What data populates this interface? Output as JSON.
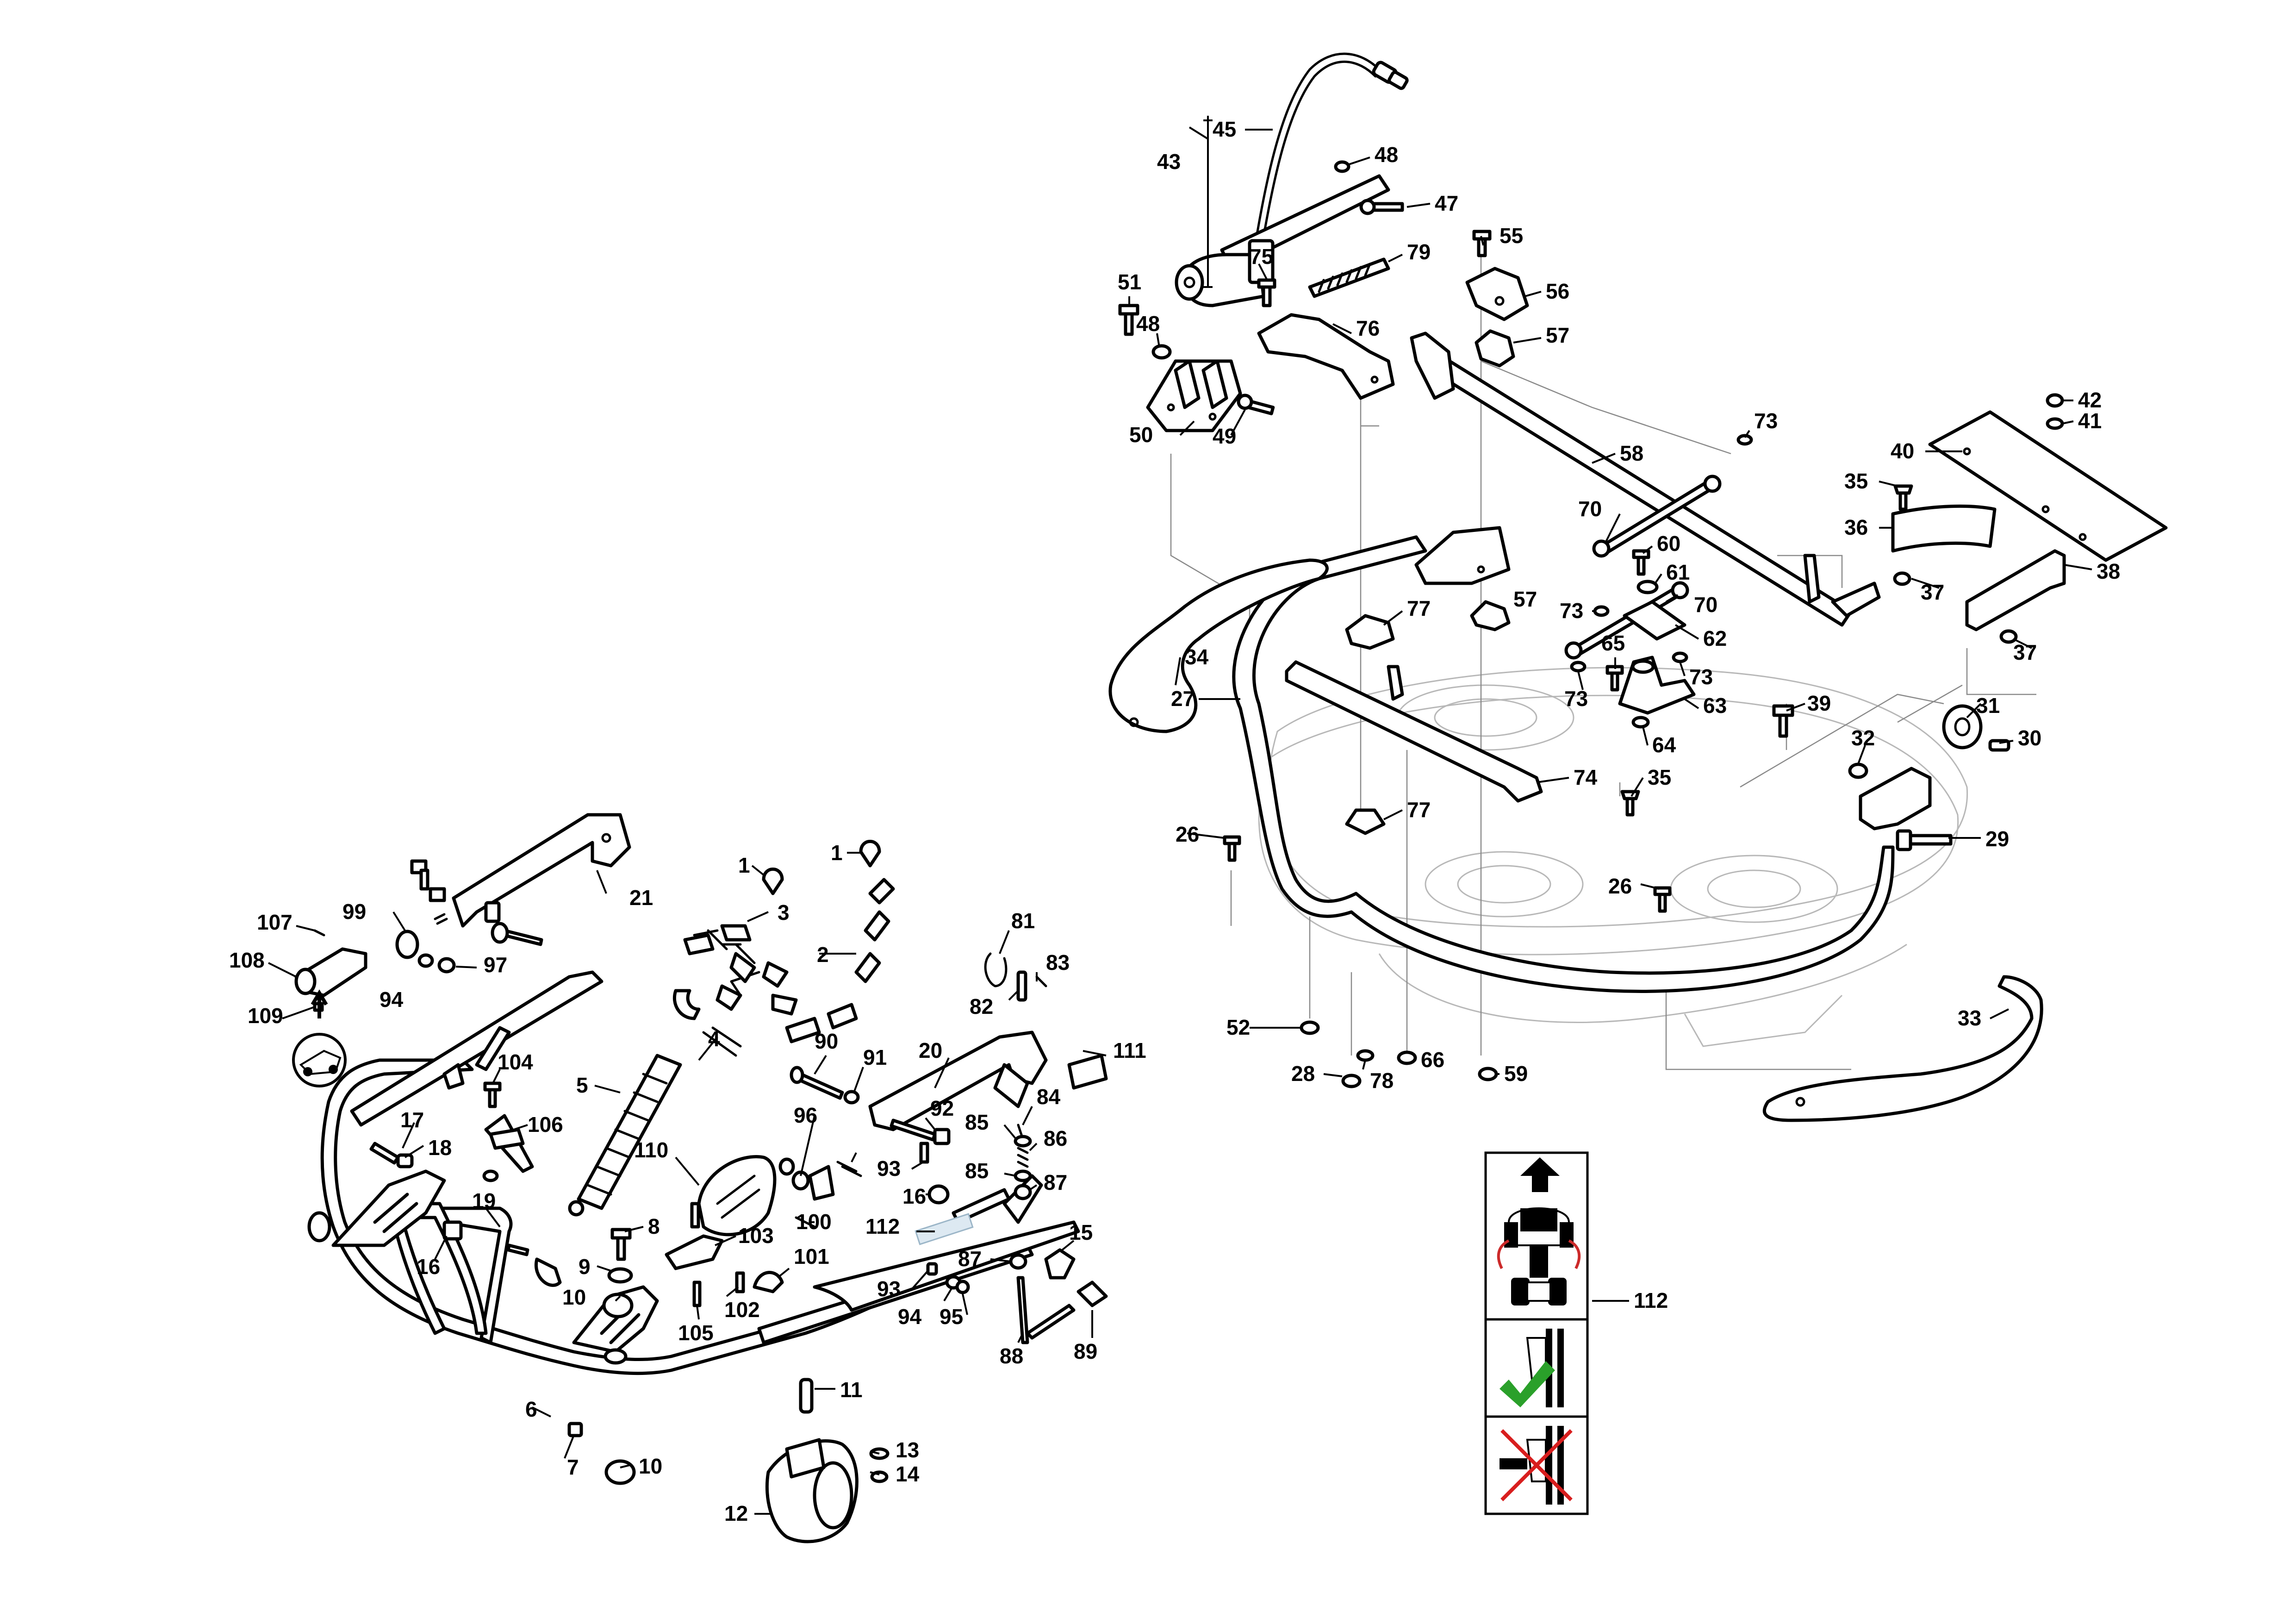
{
  "diagram": {
    "callouts": [
      "1",
      "1",
      "2",
      "3",
      "4",
      "5",
      "6",
      "7",
      "8",
      "9",
      "10",
      "10",
      "11",
      "12",
      "13",
      "14",
      "15",
      "16",
      "16",
      "17",
      "18",
      "19",
      "20",
      "21",
      "26",
      "26",
      "27",
      "28",
      "29",
      "30",
      "31",
      "32",
      "33",
      "34",
      "35",
      "35",
      "36",
      "37",
      "37",
      "38",
      "39",
      "40",
      "41",
      "42",
      "43",
      "45",
      "47",
      "48",
      "48",
      "49",
      "50",
      "51",
      "52",
      "55",
      "56",
      "57",
      "57",
      "58",
      "59",
      "60",
      "61",
      "62",
      "63",
      "64",
      "65",
      "66",
      "70",
      "70",
      "73",
      "73",
      "73",
      "73",
      "74",
      "75",
      "76",
      "77",
      "77",
      "78",
      "79",
      "81",
      "82",
      "83",
      "84",
      "85",
      "85",
      "86",
      "87",
      "87",
      "88",
      "89",
      "90",
      "91",
      "92",
      "93",
      "93",
      "94",
      "94",
      "95",
      "96",
      "97",
      "99",
      "100",
      "101",
      "102",
      "103",
      "104",
      "105",
      "106",
      "107",
      "108",
      "109",
      "110",
      "111",
      "112",
      "112"
    ]
  },
  "colors": {
    "line": "#000000",
    "ghost": "#b8b8b8",
    "check": "#2aa02a",
    "cross": "#d81e1e",
    "arrow_red": "#cc2a2a"
  },
  "icons": {
    "decal_top": "tractor-reverse-warning-icon",
    "decal_middle": "correct-lever-position-icon",
    "decal_bottom": "incorrect-lever-position-icon",
    "inset": "tractor-inset-icon"
  }
}
